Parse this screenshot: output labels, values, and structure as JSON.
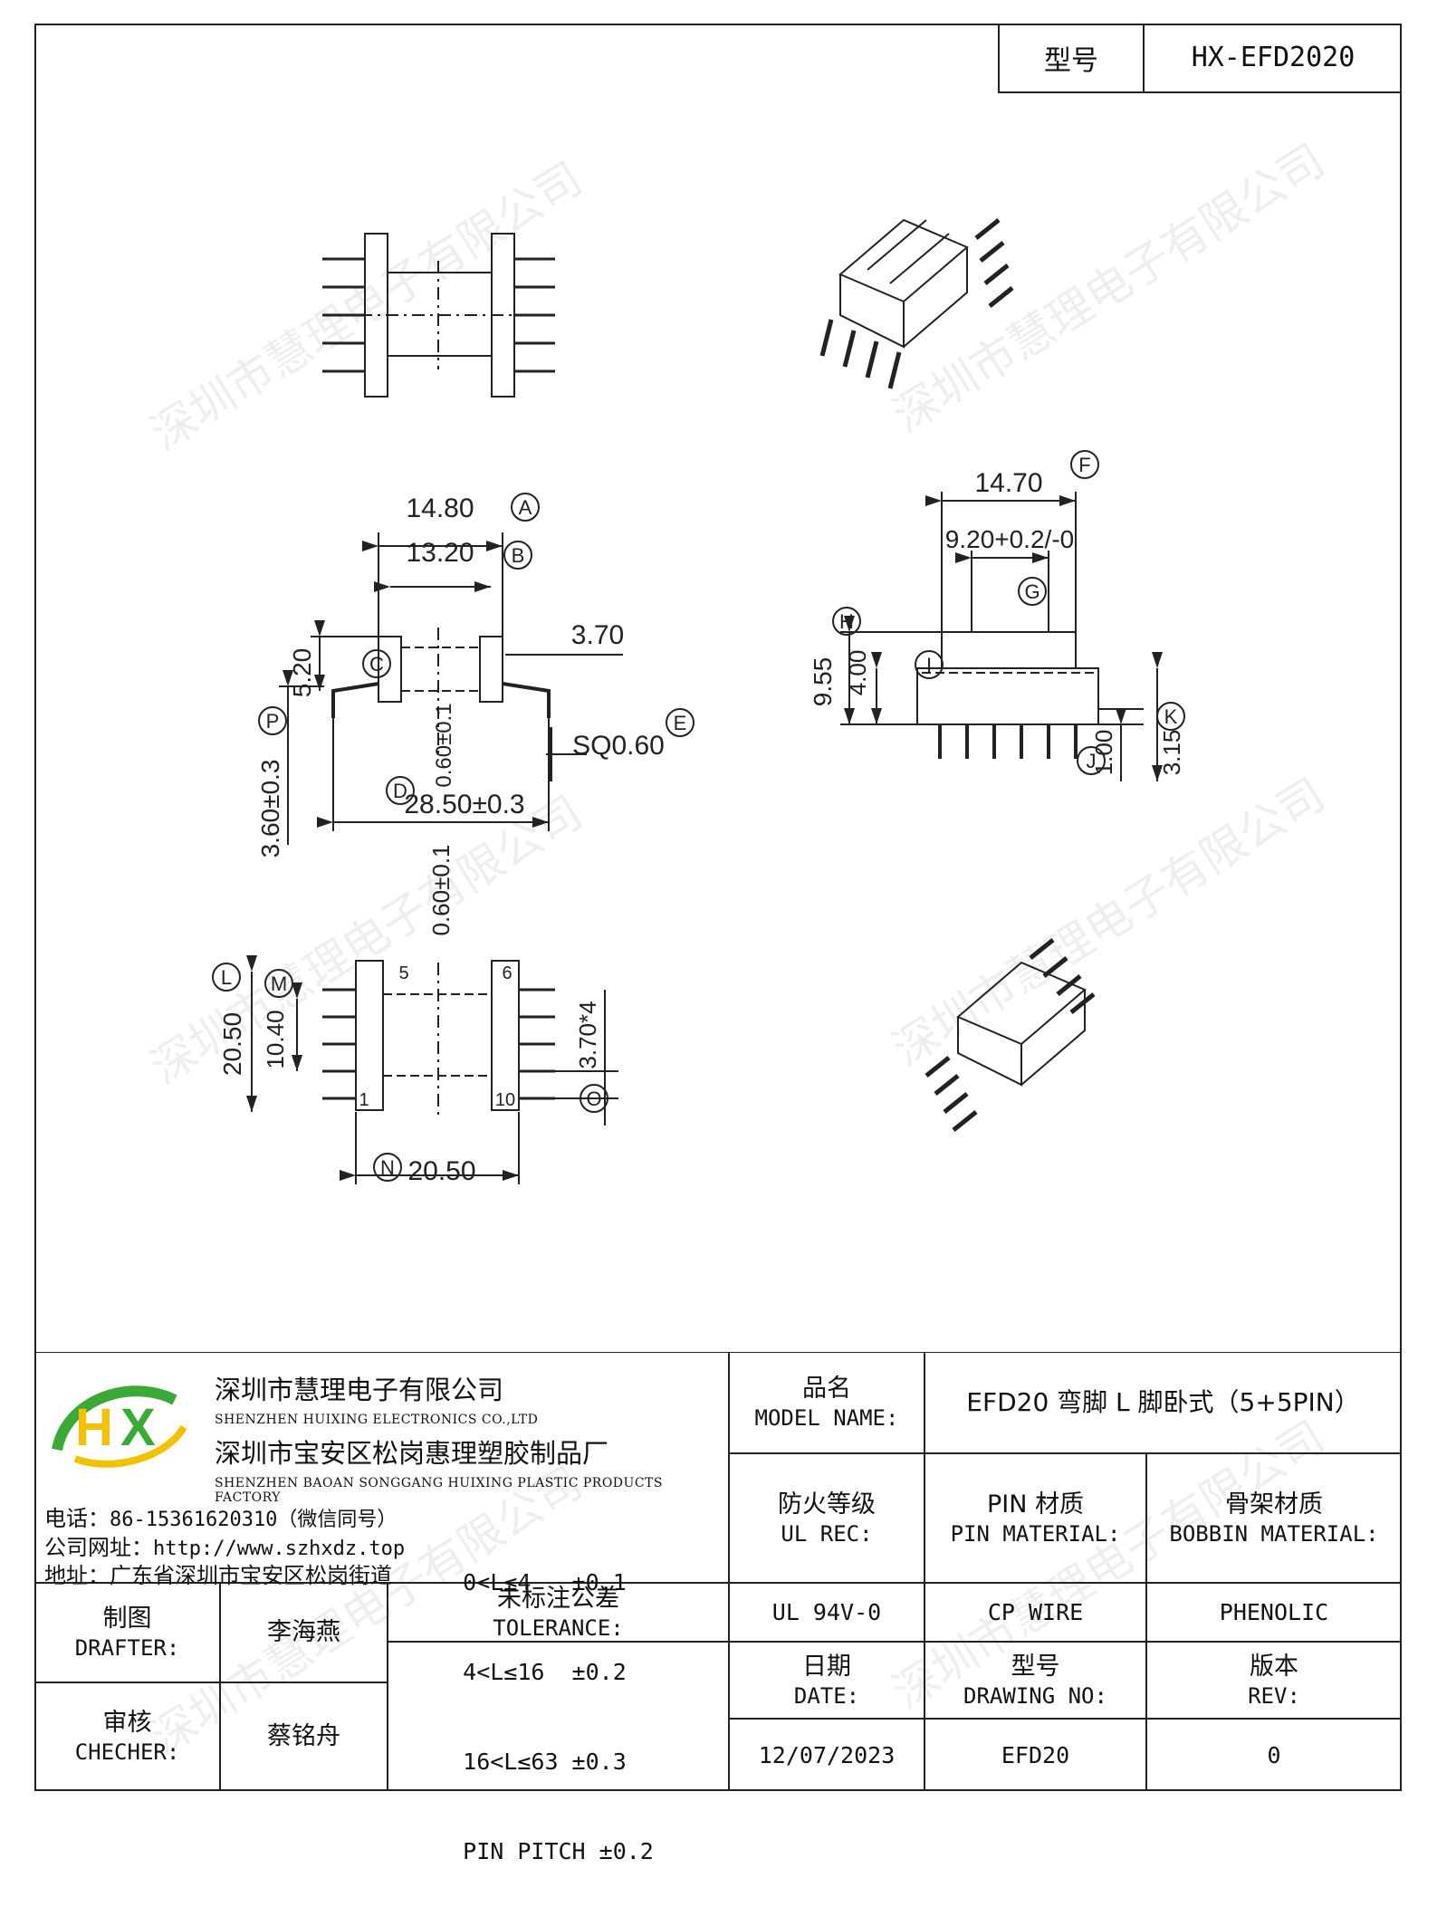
{
  "header": {
    "model_key": "型号",
    "model_value": "HX-EFD2020"
  },
  "watermark": "深圳市慧理电子有限公司",
  "drawing": {
    "dims": {
      "a": "14.80",
      "b": "13.20",
      "c": "5.20",
      "t370": "3.70",
      "e": "SQ0.60",
      "p": "3.60±0.3",
      "d": "28.50±0.3",
      "pin": "0.60±0.1",
      "f": "14.70",
      "g": "9.20+0.2/-0",
      "h": "9.55",
      "i": "4.00",
      "j": "1.00",
      "k": "3.15",
      "l": "20.50",
      "m": "10.40",
      "n": "20.50",
      "o": "3.70*4",
      "pin2": "0.60±0.1"
    },
    "letters": {
      "a": "A",
      "b": "B",
      "c": "C",
      "d": "D",
      "e": "E",
      "f": "F",
      "g": "G",
      "h": "H",
      "i": "I",
      "j": "J",
      "k": "K",
      "l": "L",
      "m": "M",
      "n": "N",
      "o": "O",
      "p": "P"
    },
    "pin_labels": {
      "p5": "5",
      "p6": "6",
      "p1": "1",
      "p10": "10"
    }
  },
  "company": {
    "name_cn": "深圳市慧理电子有限公司",
    "name_en": "SHENZHEN HUIXING ELECTRONICS CO.,LTD",
    "factory_cn": "深圳市宝安区松岗惠理塑胶制品厂",
    "factory_en": "SHENZHEN BAOAN SONGGANG HUIXING PLASTIC PRODUCTS FACTORY",
    "phone_label": "电话：",
    "phone": "86-15361620310（微信同号）",
    "web_label": "公司网址：",
    "web": "http://www.szhxdz.top",
    "addr_label": "地址：",
    "addr": "广东省深圳市宝安区松岗街道",
    "logo_text": "HX",
    "colors": {
      "green": "#3aa935",
      "yellow": "#f2c200"
    }
  },
  "title_block": {
    "model_name_cn": "品名",
    "model_name_en": "MODEL NAME:",
    "model_name_value": "EFD20 弯脚 L 脚卧式（5+5PIN）",
    "ul_cn": "防火等级",
    "ul_en": "UL REC:",
    "pin_mat_cn": "PIN 材质",
    "pin_mat_en": "PIN MATERIAL:",
    "bobbin_mat_cn": "骨架材质",
    "bobbin_mat_en": "BOBBIN MATERIAL:",
    "drafter_cn": "制图",
    "drafter_en": "DRAFTER:",
    "drafter_value": "李海燕",
    "tol_cn": "未标注公差",
    "tol_en": "TOLERANCE:",
    "tol_lines": [
      "0<L≤4   ±0.1",
      "4<L≤16  ±0.2",
      "16<L≤63 ±0.3",
      "PIN PITCH ±0.2"
    ],
    "ul_value": "UL 94V-0",
    "pin_value": "CP WIRE",
    "bobbin_value": "PHENOLIC",
    "checker_cn": "审核",
    "checker_en": "CHECHER:",
    "checker_value": "蔡铭舟",
    "date_cn": "日期",
    "date_en": "DATE:",
    "date_value": "12/07/2023",
    "dwg_cn": "型号",
    "dwg_en": "DRAWING NO:",
    "dwg_value": "EFD20",
    "rev_cn": "版本",
    "rev_en": "REV:",
    "rev_value": "0"
  }
}
